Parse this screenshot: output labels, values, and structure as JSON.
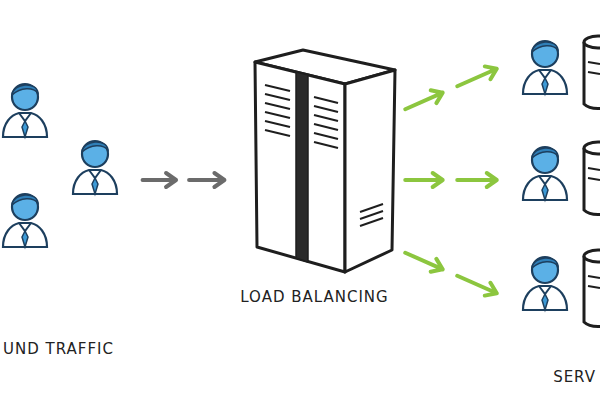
{
  "diagram": {
    "nodes": [
      {
        "text": [
          "UND TRAFFIC"
        ]
      },
      {
        "text": [
          "LOAD BALANCING"
        ]
      },
      {
        "text": [
          "SERV"
        ]
      }
    ],
    "edges": [
      {
        "from": 0,
        "to": 1,
        "arrow": "to"
      },
      {
        "from": 1,
        "to": 2,
        "arrow": "to"
      },
      {
        "from": 1,
        "to": 2,
        "arrow": "to"
      },
      {
        "from": 1,
        "to": 2,
        "arrow": "to"
      }
    ]
  }
}
